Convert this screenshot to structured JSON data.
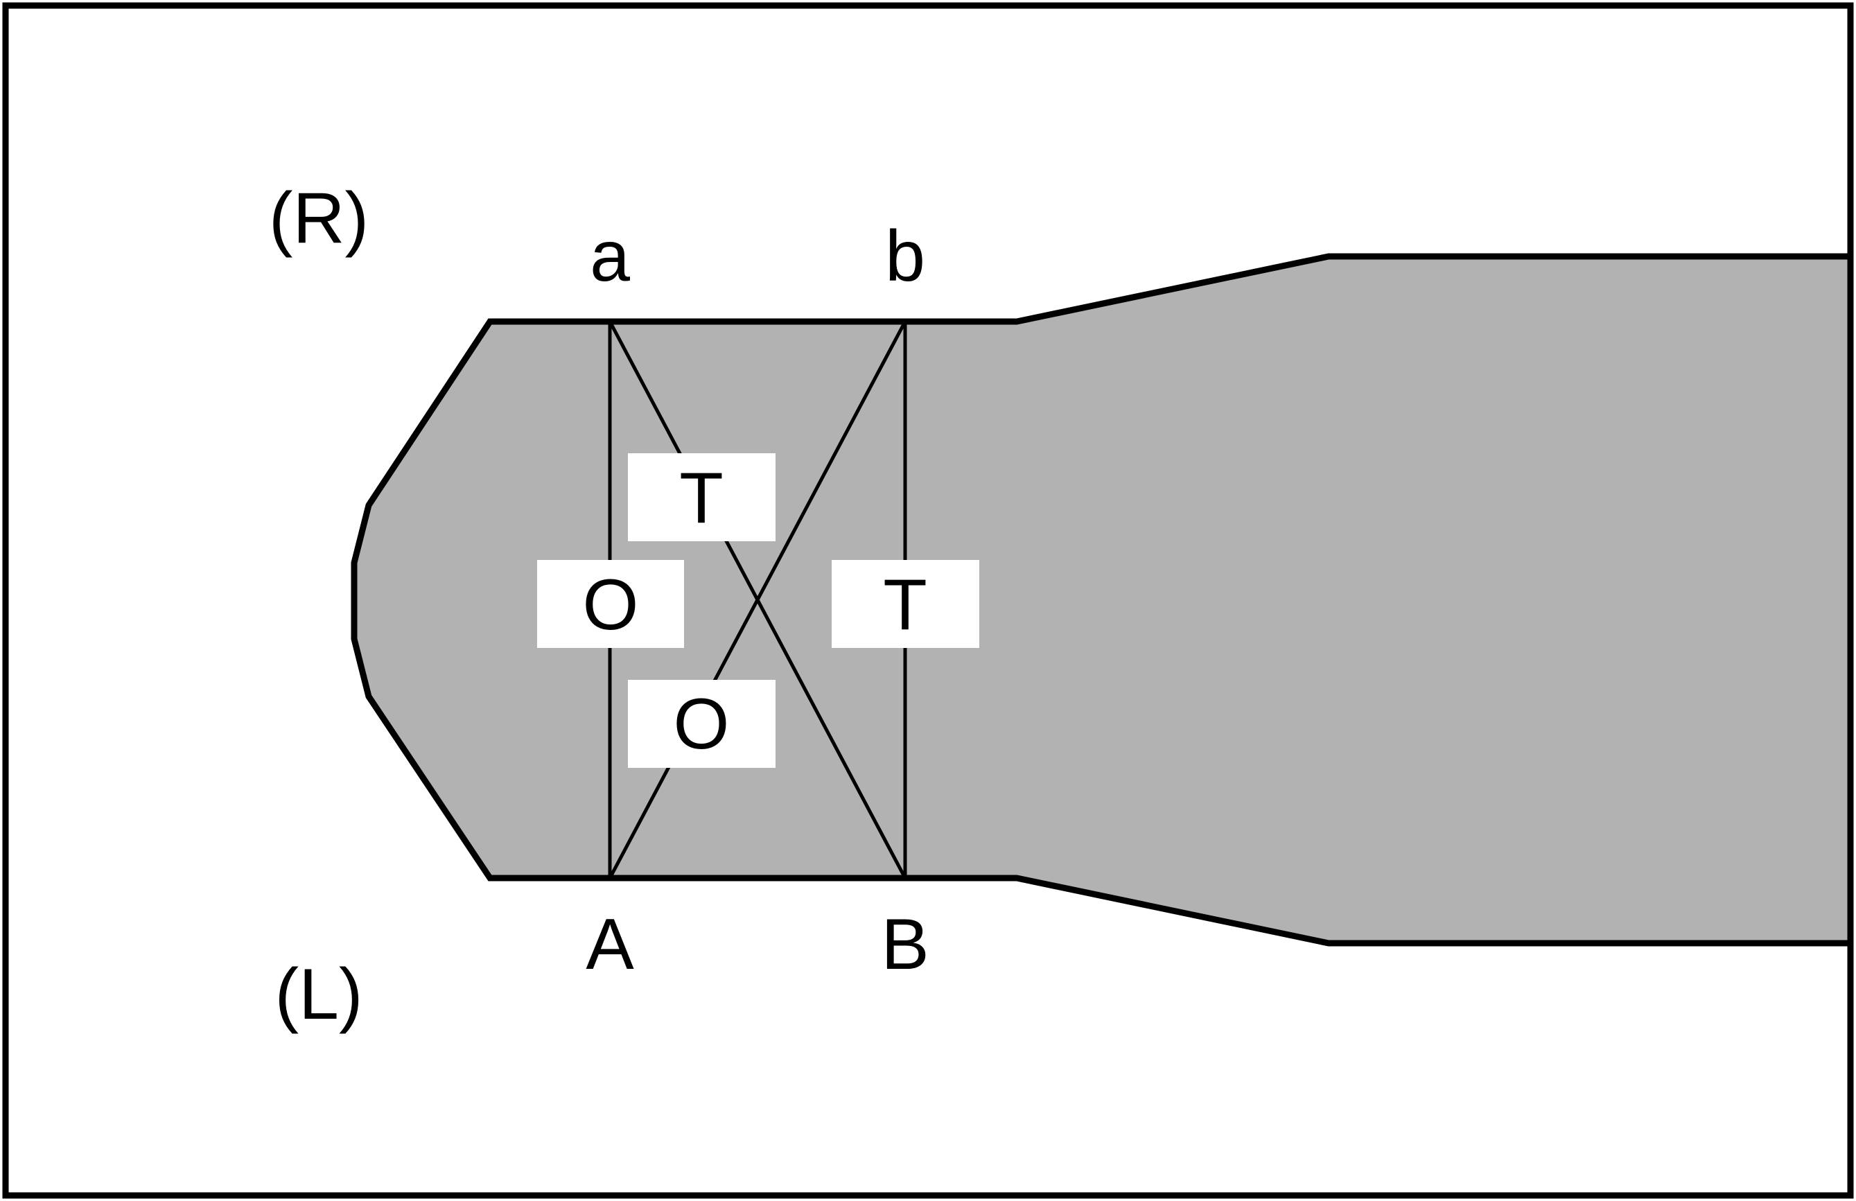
{
  "side_labels": {
    "right": "(R)",
    "left": "(L)"
  },
  "top_points": {
    "a": "a",
    "b": "b"
  },
  "bottom_points": {
    "A": "A",
    "B": "B"
  },
  "boxes": {
    "top_center": "T",
    "left_vertical": "O",
    "right_vertical": "T",
    "bottom_center": "O"
  },
  "colors": {
    "shape_fill": "#b2b2b2",
    "stroke": "#000000",
    "box_fill": "#ffffff",
    "background": "#ffffff"
  }
}
